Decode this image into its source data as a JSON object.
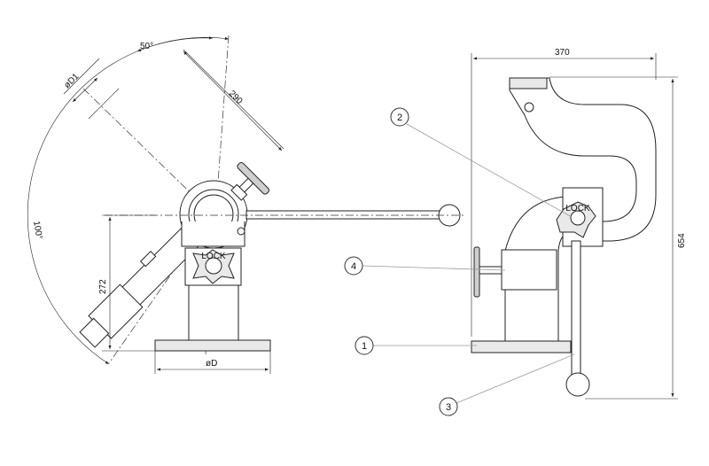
{
  "dimensions": {
    "angle_50": "50°",
    "angle_100": "100°",
    "length_290": "290",
    "height_272": "272",
    "diameter_d1": "øD1",
    "diameter_d": "øD",
    "width_370": "370",
    "height_654": "654"
  },
  "callouts": [
    "1",
    "2",
    "3",
    "4"
  ],
  "lock_label": "LOCK"
}
